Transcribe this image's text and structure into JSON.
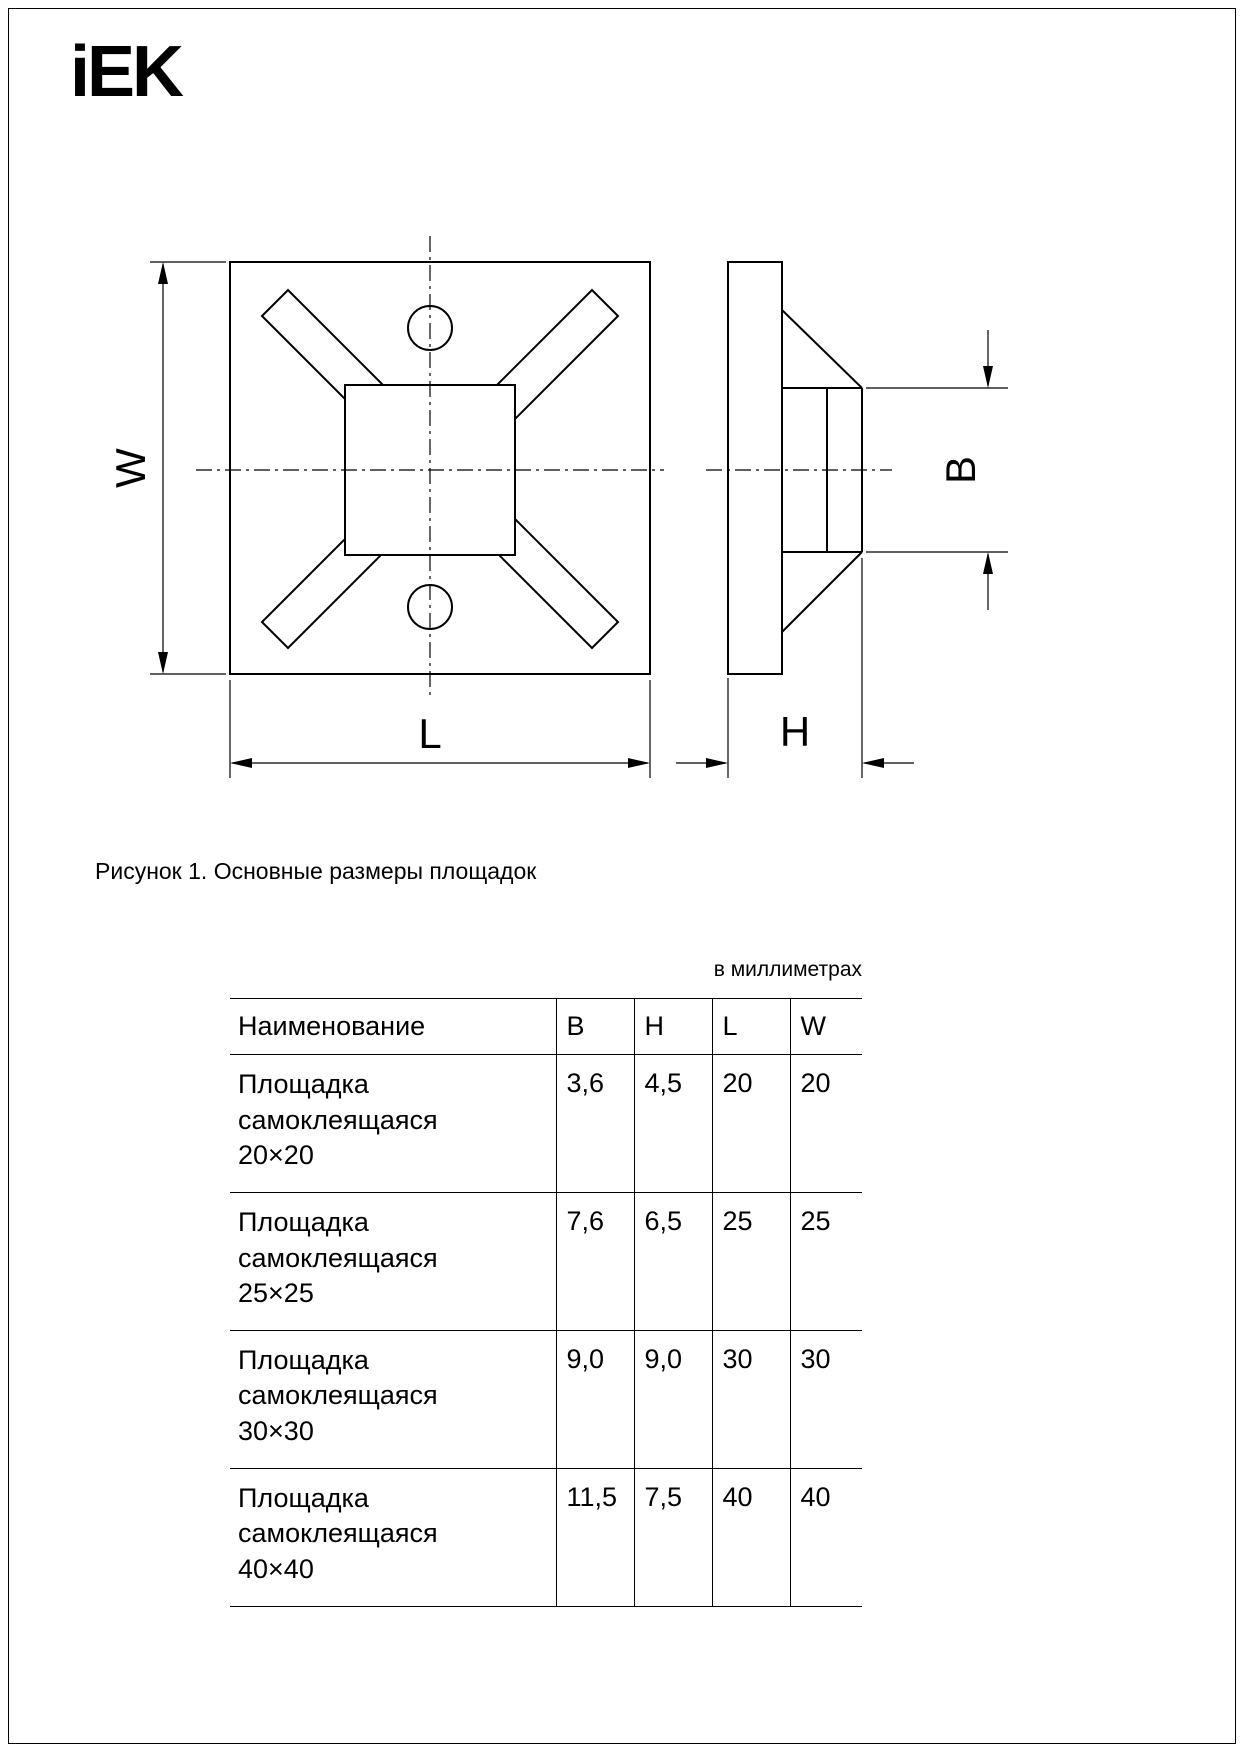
{
  "page": {
    "logo": "iEK",
    "caption": "Рисунок 1. Основные размеры площадок",
    "units_note": "в миллиметрах"
  },
  "drawing": {
    "labels": {
      "W": "W",
      "L": "L",
      "H": "H",
      "B": "B"
    }
  },
  "table": {
    "headers": [
      "Наименование",
      "B",
      "H",
      "L",
      "W"
    ],
    "rows": [
      {
        "name": "Площадка самоклеящаяся",
        "size": "20×20",
        "B": "3,6",
        "H": "4,5",
        "L": "20",
        "W": "20"
      },
      {
        "name": "Площадка самоклеящаяся",
        "size": "25×25",
        "B": "7,6",
        "H": "6,5",
        "L": "25",
        "W": "25"
      },
      {
        "name": "Площадка самоклеящаяся",
        "size": "30×30",
        "B": "9,0",
        "H": "9,0",
        "L": "30",
        "W": "30"
      },
      {
        "name": "Площадка самоклеящаяся",
        "size": "40×40",
        "B": "11,5",
        "H": "7,5",
        "L": "40",
        "W": "40"
      }
    ]
  }
}
